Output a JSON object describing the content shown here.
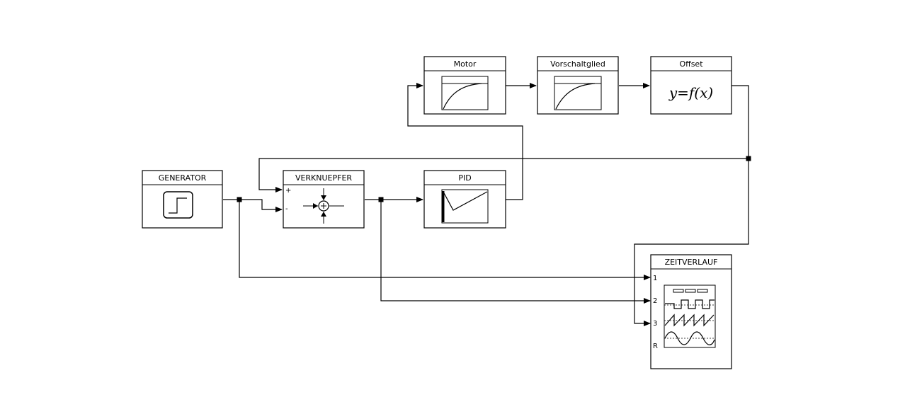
{
  "blocks": {
    "generator": {
      "title": "GENERATOR"
    },
    "verknuepfer": {
      "title": "VERKNUEPFER",
      "input_plus": "+",
      "input_minus": "-"
    },
    "pid": {
      "title": "PID"
    },
    "motor": {
      "title": "Motor"
    },
    "vorschaltglied": {
      "title": "Vorschaltglied"
    },
    "offset": {
      "title": "Offset",
      "formula": "y=f(x)"
    },
    "zeitverlauf": {
      "title": "ZEITVERLAUF",
      "ports": [
        "1",
        "2",
        "3",
        "R"
      ]
    }
  },
  "colors": {
    "line": "#000000",
    "background": "#ffffff"
  }
}
